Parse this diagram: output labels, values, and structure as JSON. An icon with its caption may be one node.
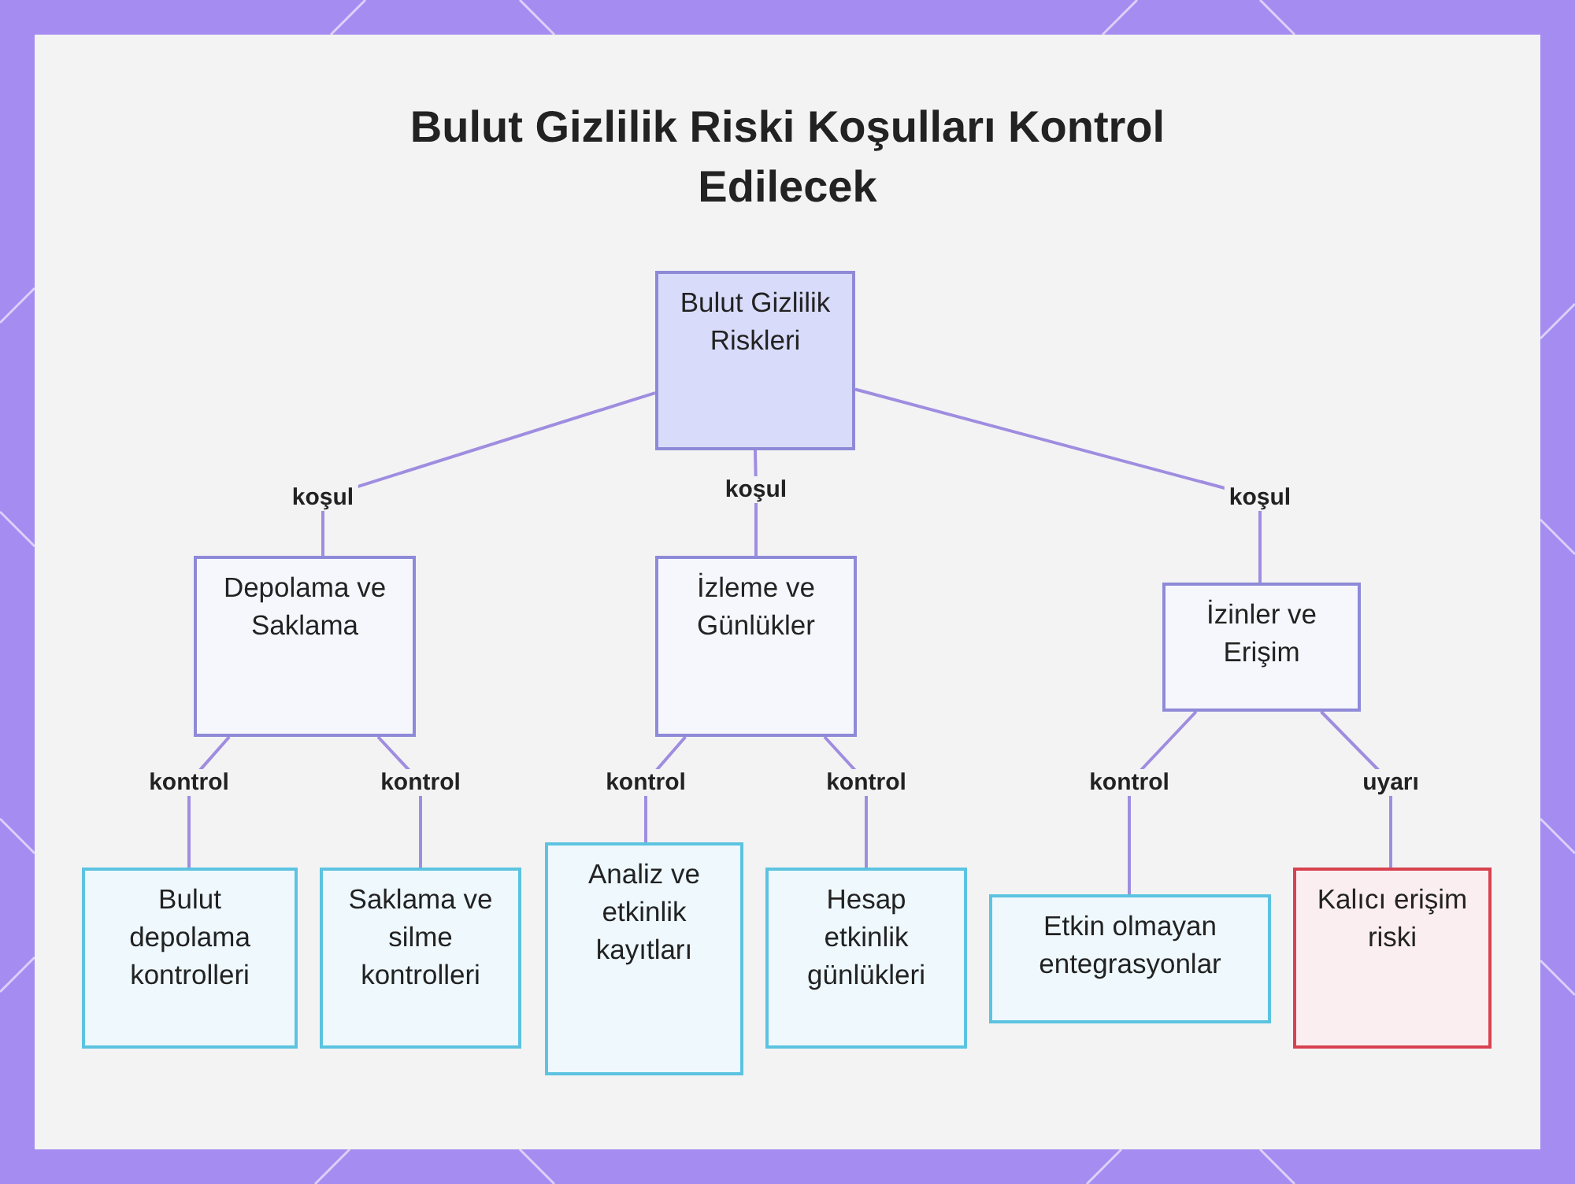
{
  "diagram": {
    "title": "Bulut Gizlilik Riski Koşulları Kontrol Edilecek",
    "nodes": [
      {
        "text": [
          "Bulut Gizlilik Riskleri"
        ]
      },
      {
        "text": [
          "Depolama ve Saklama"
        ]
      },
      {
        "text": [
          "İzleme ve Günlükler"
        ]
      },
      {
        "text": [
          "İzinler ve Erişim"
        ]
      },
      {
        "text": [
          "Bulut depolama kontrolleri"
        ]
      },
      {
        "text": [
          "Saklama ve silme kontrolleri"
        ]
      },
      {
        "text": [
          "Analiz ve etkinlik kayıtları"
        ]
      },
      {
        "text": [
          "Hesap etkinlik günlükleri"
        ]
      },
      {
        "text": [
          "Etkin olmayan entegrasyonlar"
        ]
      },
      {
        "text": [
          "Kalıcı erişim riski"
        ]
      }
    ],
    "edges": [
      {
        "from": 0,
        "to": 1,
        "arrow": "none",
        "label": "koşul"
      },
      {
        "from": 0,
        "to": 2,
        "arrow": "none",
        "label": "koşul"
      },
      {
        "from": 0,
        "to": 3,
        "arrow": "none",
        "label": "koşul"
      },
      {
        "from": 1,
        "to": 4,
        "arrow": "none",
        "label": "kontrol"
      },
      {
        "from": 1,
        "to": 5,
        "arrow": "none",
        "label": "kontrol"
      },
      {
        "from": 2,
        "to": 6,
        "arrow": "none",
        "label": "kontrol"
      },
      {
        "from": 2,
        "to": 7,
        "arrow": "none",
        "label": "kontrol"
      },
      {
        "from": 3,
        "to": 8,
        "arrow": "none",
        "label": "kontrol"
      },
      {
        "from": 3,
        "to": 9,
        "arrow": "none",
        "label": "uyarı"
      }
    ]
  }
}
